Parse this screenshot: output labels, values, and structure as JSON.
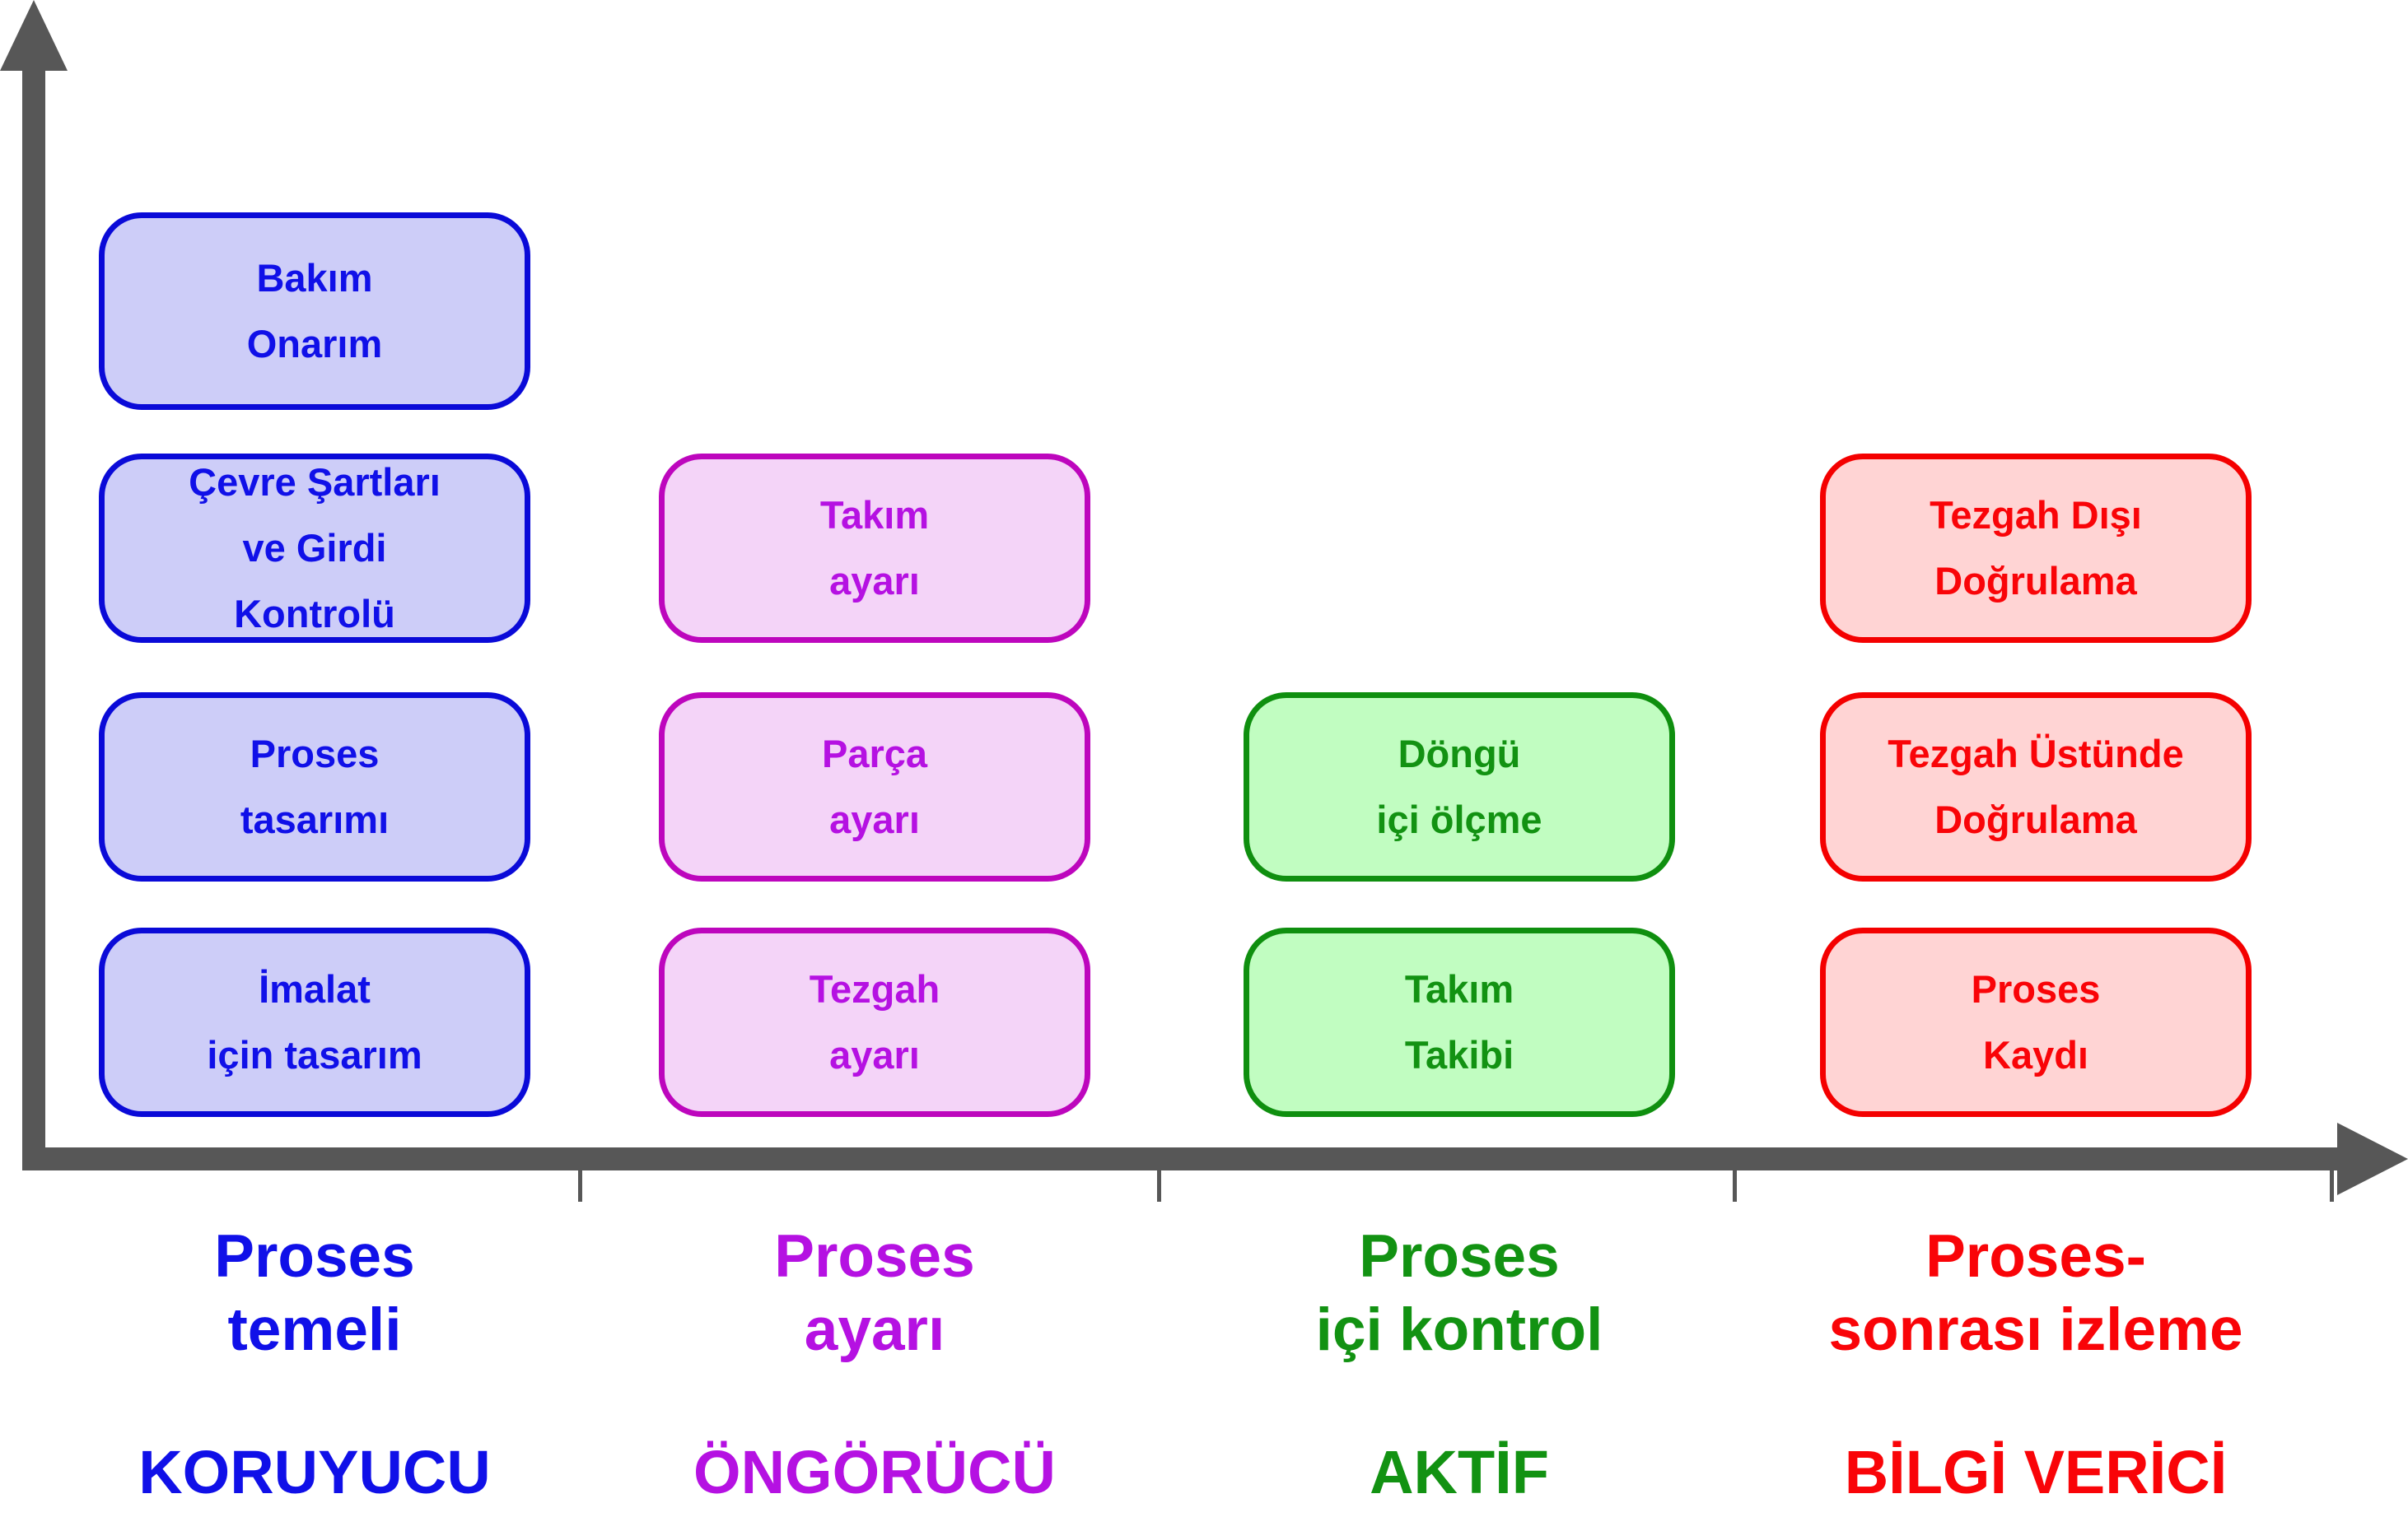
{
  "axis": {
    "color": "#575757"
  },
  "columns": [
    {
      "category": "KORUYUCU",
      "axis_label_lines": [
        "Proses",
        "temeli"
      ],
      "colors": {
        "text": "#1010e8",
        "border": "#0a0ad8",
        "fill": "#cdcdf8"
      },
      "boxes": [
        {
          "lines": [
            "Bakım",
            "Onarım"
          ]
        },
        {
          "lines": [
            "Çevre Şartları",
            "ve Girdi",
            "Kontrolü"
          ]
        },
        {
          "lines": [
            "Proses",
            "tasarımı"
          ]
        },
        {
          "lines": [
            "İmalat",
            "için tasarım"
          ]
        }
      ]
    },
    {
      "category": "ÖNGÖRÜCÜ",
      "axis_label_lines": [
        "Proses",
        "ayarı"
      ],
      "colors": {
        "text": "#b511e2",
        "border": "#bd06bd",
        "fill": "#f4d4f8"
      },
      "boxes": [
        {
          "lines": [
            "Takım",
            "ayarı"
          ]
        },
        {
          "lines": [
            "Parça",
            "ayarı"
          ]
        },
        {
          "lines": [
            "Tezgah",
            "ayarı"
          ]
        }
      ]
    },
    {
      "category": "AKTİF",
      "axis_label_lines": [
        "Proses",
        "içi kontrol"
      ],
      "colors": {
        "text": "#129212",
        "border": "#0f8f0f",
        "fill": "#c1fdc1"
      },
      "boxes": [
        {
          "lines": [
            "Döngü",
            "içi ölçme"
          ]
        },
        {
          "lines": [
            "Takım",
            "Takibi"
          ]
        }
      ]
    },
    {
      "category": "BİLGİ VERİCİ",
      "axis_label_lines": [
        "Proses-",
        "sonrası izleme"
      ],
      "colors": {
        "text": "#f90408",
        "border": "#f40000",
        "fill": "#ffd4d4"
      },
      "boxes": [
        {
          "lines": [
            "Tezgah Dışı",
            "Doğrulama"
          ]
        },
        {
          "lines": [
            "Tezgah Üstünde",
            "Doğrulama"
          ]
        },
        {
          "lines": [
            "Proses",
            "Kaydı"
          ]
        }
      ]
    }
  ]
}
